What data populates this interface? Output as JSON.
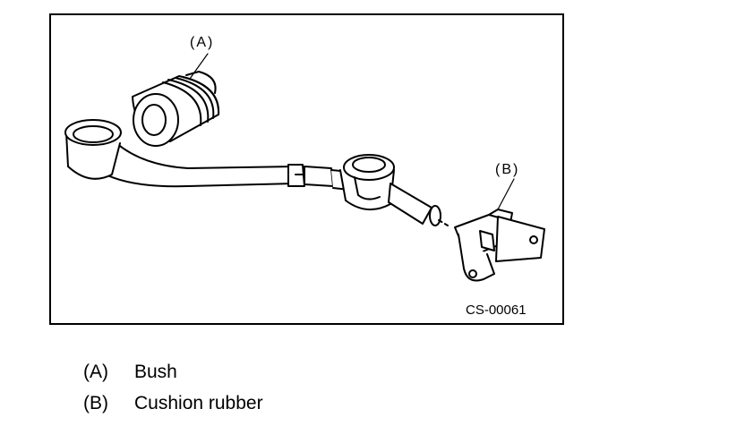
{
  "figure": {
    "code": "CS-00061",
    "callouts": [
      {
        "key": "(A)"
      },
      {
        "key": "(B)"
      }
    ]
  },
  "legend": [
    {
      "key": "(A)",
      "text": "Bush"
    },
    {
      "key": "(B)",
      "text": "Cushion rubber"
    }
  ]
}
